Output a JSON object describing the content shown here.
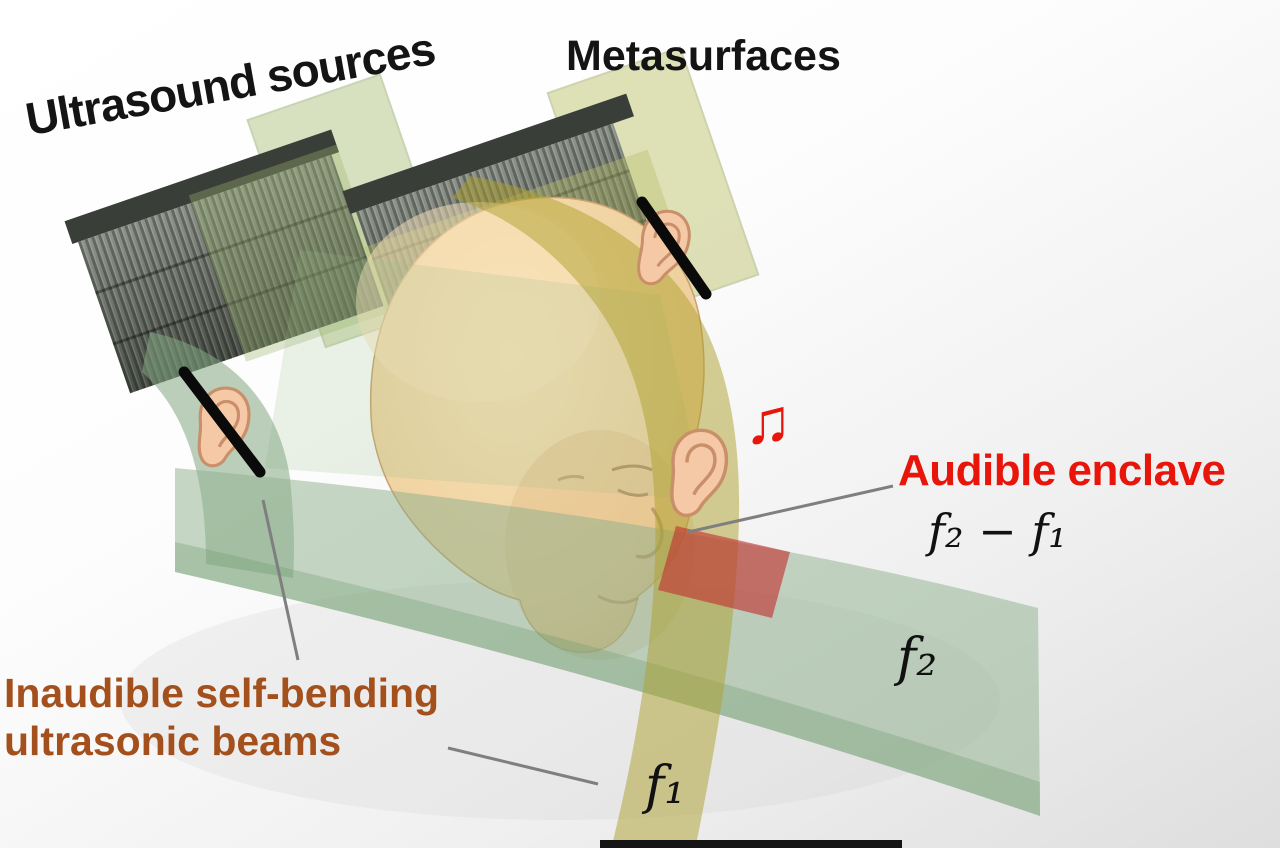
{
  "labels": {
    "ultrasound_sources": "Ultrasound sources",
    "metasurfaces": "Metasurfaces",
    "audible_enclave": "Audible enclave",
    "enclave_formula": "f₂ − f₁",
    "beam_f2": "f₂",
    "beam_f1": "f₁",
    "inaudible_beams": "Inaudible self-bending ultrasonic beams"
  },
  "icons": {
    "music_note": "♫"
  },
  "colors": {
    "audible_text": "#e8150b",
    "inaudible_text": "#a4501c",
    "beam_f2_green": "#8db08b",
    "beam_f1_yellow": "#ada02b",
    "enclave_red": "#c23030",
    "head_skin": "#f0d3a2",
    "panel_dark": "#4c524a",
    "metasurface_green": "#aabd6e"
  }
}
